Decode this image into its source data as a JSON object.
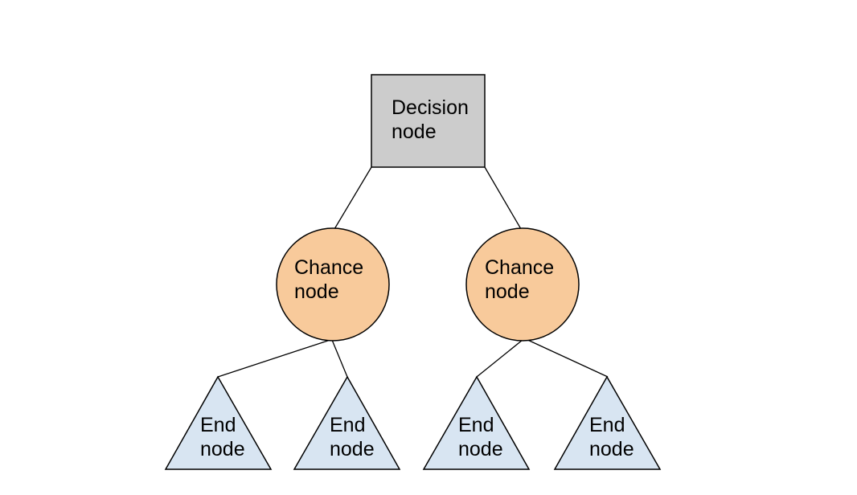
{
  "diagram": {
    "type": "decision-tree",
    "background_color": "#ffffff",
    "edge_color": "#000000",
    "nodes": {
      "decision": {
        "label": "Decision\nnode",
        "shape": "square",
        "fill": "#cccccc",
        "stroke": "#000000"
      },
      "chance_left": {
        "label": "Chance\nnode",
        "shape": "circle",
        "fill": "#f8ca9b",
        "stroke": "#000000"
      },
      "chance_right": {
        "label": "Chance\nnode",
        "shape": "circle",
        "fill": "#f8ca9b",
        "stroke": "#000000"
      },
      "end_1": {
        "label": "End\nnode",
        "shape": "triangle",
        "fill": "#d8e5f2",
        "stroke": "#000000"
      },
      "end_2": {
        "label": "End\nnode",
        "shape": "triangle",
        "fill": "#d8e5f2",
        "stroke": "#000000"
      },
      "end_3": {
        "label": "End\nnode",
        "shape": "triangle",
        "fill": "#d8e5f2",
        "stroke": "#000000"
      },
      "end_4": {
        "label": "End\nnode",
        "shape": "triangle",
        "fill": "#d8e5f2",
        "stroke": "#000000"
      }
    },
    "edges": [
      {
        "from": "decision",
        "to": "chance_left"
      },
      {
        "from": "decision",
        "to": "chance_right"
      },
      {
        "from": "chance_left",
        "to": "end_1"
      },
      {
        "from": "chance_left",
        "to": "end_2"
      },
      {
        "from": "chance_right",
        "to": "end_3"
      },
      {
        "from": "chance_right",
        "to": "end_4"
      }
    ]
  }
}
